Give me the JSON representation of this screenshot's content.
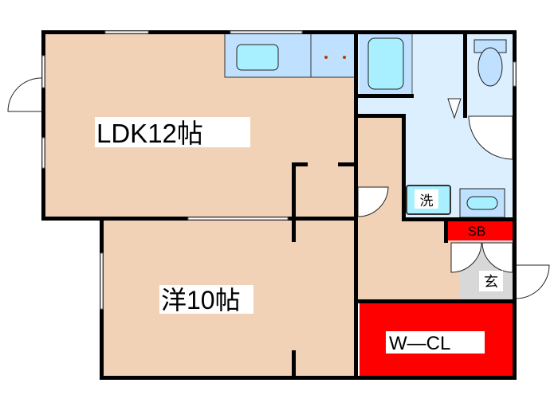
{
  "rooms": {
    "ldk": "LDK12帖",
    "western": "洋10帖",
    "walk_in_closet": "W—CL",
    "shoe_box": "SB",
    "entrance": "玄",
    "washer": "洗"
  },
  "colors": {
    "floor": "#f2d2b6",
    "wet_area": "#dcefff",
    "fixture": "#a8f0ff",
    "storage": "#ff0000",
    "entrance": "#d8d8d8",
    "wall": "#000000"
  }
}
